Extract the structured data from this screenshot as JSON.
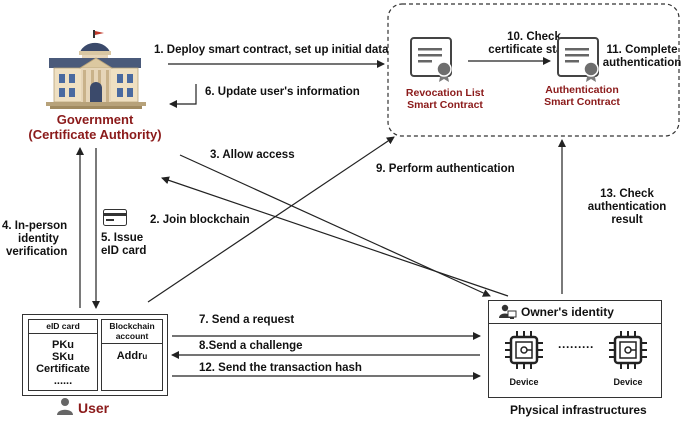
{
  "government": {
    "title": "Government",
    "subtitle": "(Certificate Authority)"
  },
  "steps": {
    "s1": "1. Deploy smart contract, set up initial data",
    "s2": "2. Join blockchain",
    "s3": "3. Allow access",
    "s4a": "4. In-person",
    "s4b": "identity",
    "s4c": "verification",
    "s5a": "5. Issue",
    "s5b": "eID card",
    "s6": "6. Update user's information",
    "s7": "7. Send a request",
    "s8": "8.Send a challenge",
    "s9": "9. Perform authentication",
    "s10a": "10. Check",
    "s10b": "certificate status",
    "s11a": "11. Complete",
    "s11b": "authentication",
    "s12": "12. Send the transaction hash",
    "s13a": "13. Check",
    "s13b": "authentication",
    "s13c": "result"
  },
  "contracts": {
    "revocation_line1": "Revocation List",
    "revocation_line2": "Smart Contract",
    "auth_line1": "Authentication",
    "auth_line2": "Smart Contract"
  },
  "user": {
    "label": "User",
    "eid_header": "eID card",
    "eid_lines": [
      "PKu",
      "SKu",
      "Certificate",
      "......"
    ],
    "account_header1": "Blockchain",
    "account_header2": "account",
    "account_value": "Addr",
    "account_subscript": "u"
  },
  "infra": {
    "identity_label": "Owner's identity",
    "device_label": "Device",
    "device_label_2": "Device",
    "ellipsis": "·········",
    "caption": "Physical infrastructures"
  },
  "colors": {
    "government_title": "#8b1a1a",
    "line": "#222222"
  }
}
